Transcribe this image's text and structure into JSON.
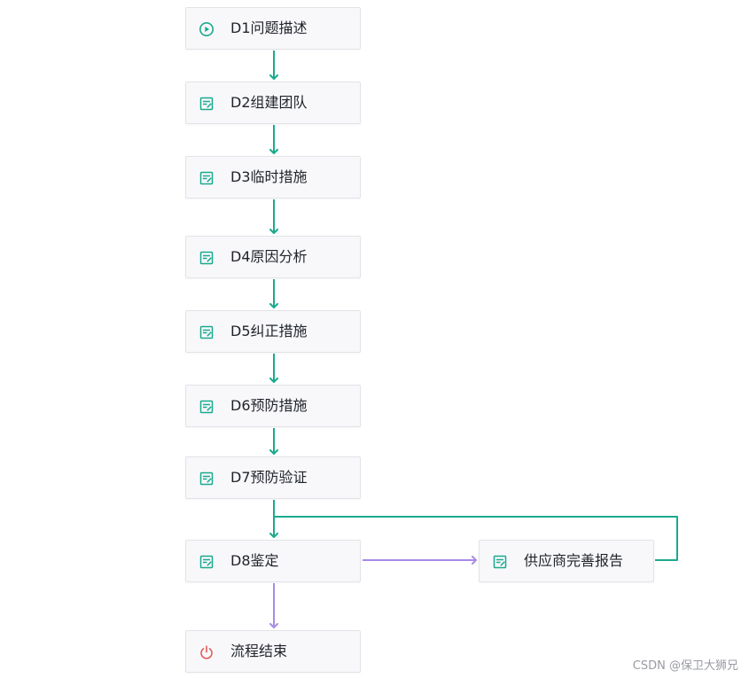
{
  "colors": {
    "main_flow": "#1aaa8e",
    "branch_flow": "#a98ae6",
    "task_icon": "#1aaa8e",
    "start_icon": "#1aaa8e",
    "end_icon": "#e45a5a"
  },
  "nodes": [
    {
      "id": "d1",
      "label": "D1问题描述",
      "icon": "play-circle-icon"
    },
    {
      "id": "d2",
      "label": "D2组建团队",
      "icon": "form-icon"
    },
    {
      "id": "d3",
      "label": "D3临时措施",
      "icon": "form-icon"
    },
    {
      "id": "d4",
      "label": "D4原因分析",
      "icon": "form-icon"
    },
    {
      "id": "d5",
      "label": "D5纠正措施",
      "icon": "form-icon"
    },
    {
      "id": "d6",
      "label": "D6预防措施",
      "icon": "form-icon"
    },
    {
      "id": "d7",
      "label": "D7预防验证",
      "icon": "form-icon"
    },
    {
      "id": "d8",
      "label": "D8鉴定",
      "icon": "form-icon"
    },
    {
      "id": "supplier",
      "label": "供应商完善报告",
      "icon": "form-icon"
    },
    {
      "id": "end",
      "label": "流程结束",
      "icon": "power-icon"
    }
  ],
  "edges": [
    {
      "from": "d1",
      "to": "d2",
      "style": "main"
    },
    {
      "from": "d2",
      "to": "d3",
      "style": "main"
    },
    {
      "from": "d3",
      "to": "d4",
      "style": "main"
    },
    {
      "from": "d4",
      "to": "d5",
      "style": "main"
    },
    {
      "from": "d5",
      "to": "d6",
      "style": "main"
    },
    {
      "from": "d6",
      "to": "d7",
      "style": "main"
    },
    {
      "from": "d7",
      "to": "d8",
      "style": "main"
    },
    {
      "from": "d8",
      "to": "supplier",
      "style": "branch"
    },
    {
      "from": "supplier",
      "to": "d8",
      "style": "main"
    },
    {
      "from": "d8",
      "to": "end",
      "style": "branch"
    }
  ],
  "watermark": "CSDN @保卫大狮兄"
}
